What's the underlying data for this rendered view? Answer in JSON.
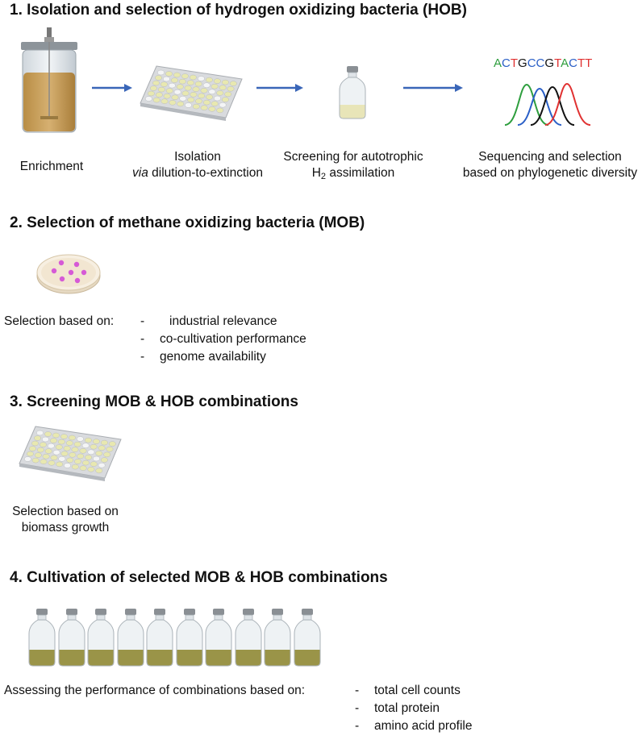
{
  "sections": [
    {
      "heading": "1. Isolation and selection of hydrogen oxidizing bacteria (HOB)",
      "steps": {
        "enrichment": "Enrichment",
        "isolation_line1": "Isolation",
        "isolation_via": "via",
        "isolation_line2_rest": " dilution-to-extinction",
        "screening_line1": "Screening for autotrophic",
        "screening_h": "H",
        "screening_sub": "2",
        "screening_rest": " assimilation",
        "sequencing_line1": "Sequencing and selection",
        "sequencing_line2": "based on phylogenetic diversity"
      },
      "sequence_letters": [
        "A",
        "C",
        "T",
        "G",
        "C",
        "C",
        "G",
        "T",
        "A",
        "C",
        "T",
        "T"
      ]
    },
    {
      "heading": "2. Selection of methane oxidizing bacteria (MOB)",
      "lead": "Selection based on:",
      "items": [
        "industrial relevance",
        "co-cultivation performance",
        "genome availability"
      ]
    },
    {
      "heading": "3. Screening MOB & HOB combinations",
      "label_line1": "Selection based on",
      "label_line2": "biomass growth"
    },
    {
      "heading": "4. Cultivation of selected MOB & HOB combinations",
      "lead": "Assessing the performance of combinations based on:",
      "items": [
        "total cell counts",
        "total protein",
        "amino acid profile"
      ]
    }
  ],
  "dash_glyph": "-",
  "colors": {
    "arrow": "#3a66b8",
    "base_A": "#2e9e3e",
    "base_C": "#2a5fc7",
    "base_T": "#e03131",
    "base_G": "#111111",
    "medium": "#c9a25c",
    "culture": "#9a9448",
    "colony": "#d65ad6",
    "plate_well": "#e8e8b0"
  },
  "icons": {
    "bioreactor": "bioreactor-icon",
    "well_plate": "well-plate-icon",
    "bottle": "culture-bottle-icon",
    "chromatogram": "chromatogram-icon",
    "petri": "petri-dish-icon",
    "arrow": "arrow-right-icon"
  }
}
